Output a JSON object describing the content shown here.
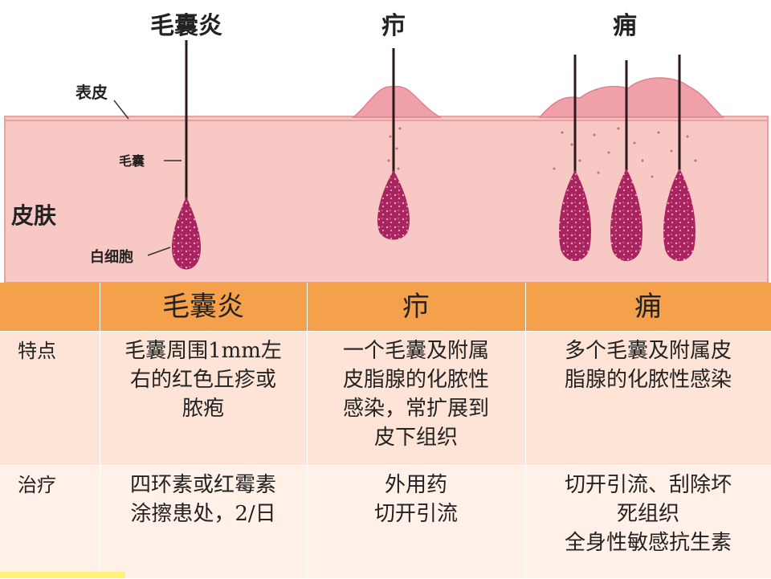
{
  "diagram": {
    "titles": {
      "folliculitis": "毛囊炎",
      "furuncle": "疖",
      "carbuncle": "痈"
    },
    "labels": {
      "epidermis": "表皮",
      "hair_follicle": "毛囊",
      "skin": "皮肤",
      "white_cells": "白细胞"
    },
    "colors": {
      "skin": "#f8c8c4",
      "skin_line": "#e8a0a0",
      "bulb": "#a8245e",
      "shaft": "#2a1a1a",
      "lesion": "#f0a0a8"
    }
  },
  "table": {
    "headers": [
      "",
      "毛囊炎",
      "疖",
      "痈"
    ],
    "rows": [
      {
        "label": "特点",
        "cells": [
          [
            "毛囊周围1mm左",
            "右的红色丘疹或",
            "脓疱"
          ],
          [
            "一个毛囊及附属",
            "皮脂腺的化脓性",
            "感染，常扩展到",
            "皮下组织"
          ],
          [
            "多个毛囊及附属皮",
            "脂腺的化脓性感染"
          ]
        ]
      },
      {
        "label": "治疗",
        "cells": [
          [
            "四环素或红霉素",
            "涂擦患处，2/日"
          ],
          [
            "外用药",
            "切开引流"
          ],
          [
            "切开引流、刮除坏",
            "死组织",
            "全身性敏感抗生素"
          ]
        ]
      }
    ],
    "colors": {
      "header": "#f5a04a",
      "row1": "#fde4d6",
      "row2": "#fff0e8"
    }
  }
}
